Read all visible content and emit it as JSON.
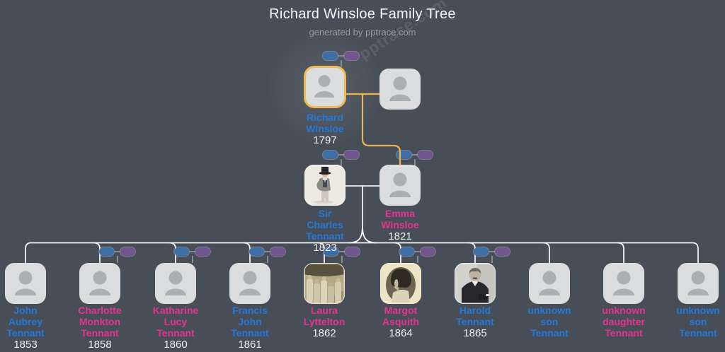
{
  "header": {
    "title": "Richard Winsloe Family Tree",
    "subtitle": "generated by pptrace.com",
    "watermark": "pptrace.com"
  },
  "colors": {
    "bg": "#484E57",
    "node_fill": "#DADCDE",
    "silhouette": "#ACAEB1",
    "male": "#2478D8",
    "female": "#E5348F",
    "year_text": "#EDEEF0",
    "line_white": "#F0F1F3",
    "line_gray": "#848B93",
    "pill_blue": "#3D6EA6",
    "pill_purple": "#72548F",
    "highlight": "#F0BA50",
    "yellow_line": "#E9B44C",
    "title_color": "#F4F5F6",
    "subtitle_color": "#969CA4"
  },
  "people": {
    "richard": {
      "name_lines": [
        "Richard",
        "Winsloe"
      ],
      "year": "1797",
      "gender": "male",
      "highlighted": true
    },
    "richard_spouse": {
      "name_lines": [],
      "year": "",
      "gender": "unknown"
    },
    "charles": {
      "name_lines": [
        "Sir",
        "Charles",
        "Tennant"
      ],
      "year": "1823",
      "gender": "male",
      "photo": "charles-portrait"
    },
    "emma": {
      "name_lines": [
        "Emma",
        "Winsloe"
      ],
      "year": "1821",
      "gender": "female"
    },
    "john": {
      "name_lines": [
        "John",
        "Aubrey",
        "Tennant"
      ],
      "year": "1853",
      "gender": "male"
    },
    "charlotte": {
      "name_lines": [
        "Charlotte",
        "Monkton",
        "Tennant"
      ],
      "year": "1858",
      "gender": "female"
    },
    "katharine": {
      "name_lines": [
        "Katharine",
        "Lucy",
        "Tennant"
      ],
      "year": "1860",
      "gender": "female"
    },
    "francis": {
      "name_lines": [
        "Francis",
        "John",
        "Tennant"
      ],
      "year": "1861",
      "gender": "male"
    },
    "laura": {
      "name_lines": [
        "Laura",
        "Lyttelton"
      ],
      "year": "1862",
      "gender": "female",
      "photo": "laura-painting"
    },
    "margot": {
      "name_lines": [
        "Margot",
        "Asquith"
      ],
      "year": "1864",
      "gender": "female",
      "photo": "margot-photo"
    },
    "harold": {
      "name_lines": [
        "Harold",
        "Tennant"
      ],
      "year": "1865",
      "gender": "male",
      "photo": "harold-photo"
    },
    "unknown_son_1": {
      "name_lines": [
        "unknown",
        "son",
        "Tennant"
      ],
      "year": "",
      "gender": "male"
    },
    "unknown_daughter": {
      "name_lines": [
        "unknown",
        "daughter",
        "Tennant"
      ],
      "year": "",
      "gender": "female"
    },
    "unknown_son_2": {
      "name_lines": [
        "unknown",
        "son",
        "Tennant"
      ],
      "year": "",
      "gender": "male"
    }
  }
}
